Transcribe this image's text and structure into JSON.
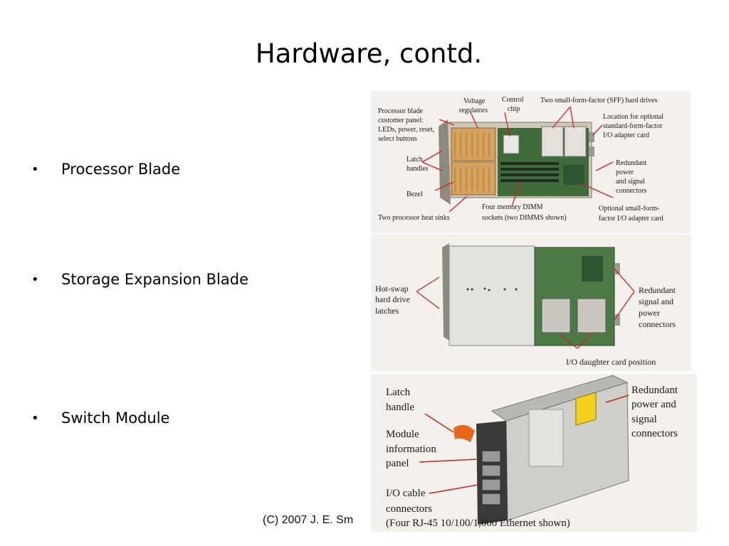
{
  "slide": {
    "title": "Hardware, contd.",
    "footer": "(C) 2007 J. E. Sm"
  },
  "bullets": [
    {
      "marker": "•",
      "text": "Processor Blade"
    },
    {
      "marker": "•",
      "text": "Storage Expansion Blade"
    },
    {
      "marker": "•",
      "text": "Switch Module"
    }
  ],
  "figure_processor": {
    "labels": {
      "panel_1": "Processor blade",
      "panel_2": "customer panel:",
      "panel_3": "LEDs, power, reset,",
      "panel_4": "select buttons",
      "voltage_1": "Voltage",
      "voltage_2": "regulators",
      "control_1": "Control",
      "control_2": "chip",
      "sff": "Two small-form-factor (SFF) hard drives",
      "loc_1": "Location for optional",
      "loc_2": "standard-form-factor",
      "loc_3": "I/O adapter card",
      "latch_1": "Latch",
      "latch_2": "handles",
      "redundant_1": "Redundant",
      "redundant_2": "power",
      "redundant_3": "and signal",
      "redundant_4": "connectors",
      "bezel": "Bezel",
      "dimm_1": "Four memory DIMM",
      "dimm_2": "sockets (two DIMMS shown)",
      "heatsinks": "Two processor heat sinks",
      "optional_1": "Optional small-form-",
      "optional_2": "factor I/O adapter card"
    }
  },
  "figure_storage": {
    "labels": {
      "hotswap_1": "Hot-swap",
      "hotswap_2": "hard drive",
      "hotswap_3": "latches",
      "redundant_1": "Redundant",
      "redundant_2": "signal and",
      "redundant_3": "power",
      "redundant_4": "connectors",
      "daughter": "I/O daughter card position"
    }
  },
  "figure_switch": {
    "labels": {
      "latch_1": "Latch",
      "latch_2": "handle",
      "module_1": "Module",
      "module_2": "information",
      "module_3": "panel",
      "io_1": "I/O cable",
      "io_2": "connectors",
      "io_3": "(Four RJ-45 10/100/1,000 Ethernet shown)",
      "redundant_1": "Redundant",
      "redundant_2": "power and",
      "redundant_3": "signal",
      "redundant_4": "connectors"
    }
  },
  "colors": {
    "figure_bg": "#f4f1ec",
    "arrow": "#d22222",
    "pcb_green": "#3f6b3a",
    "heatsink": "#d6a35e",
    "metal": "#c9c9c4"
  }
}
